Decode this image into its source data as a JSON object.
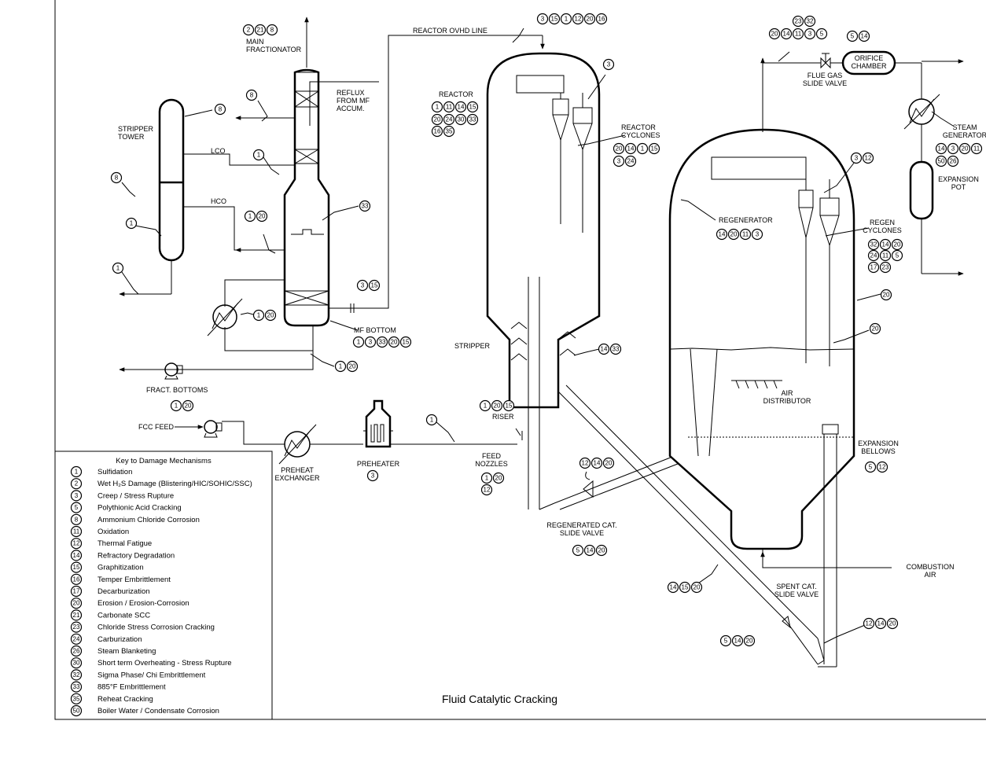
{
  "title": "Fluid Catalytic Cracking",
  "equipment": {
    "main_fractionator": [
      "MAIN",
      "FRACTIONATOR"
    ],
    "reflux": [
      "REFLUX",
      "FROM MF",
      "ACCUM."
    ],
    "stripper_tower": [
      "STRIPPER",
      "TOWER"
    ],
    "lco": "LCO",
    "hco": "HCO",
    "reactor_ovhd_line": "REACTOR OVHD LINE",
    "reactor": "REACTOR",
    "reactor_cyclones": [
      "REACTOR",
      "CYCLONES"
    ],
    "stripper": "STRIPPER",
    "riser": "RISER",
    "mf_bottom": "MF BOTTOM",
    "fract_bottoms": "FRACT. BOTTOMS",
    "fcc_feed": "FCC FEED",
    "preheat_exchanger": [
      "PREHEAT",
      "EXCHANGER"
    ],
    "preheater": "PREHEATER",
    "feed_nozzles": [
      "FEED",
      "NOZZLES"
    ],
    "regenerated_cat_slide_valve": [
      "REGENERATED CAT.",
      "SLIDE VALVE"
    ],
    "spent_cat_slide_valve": [
      "SPENT CAT.",
      "SLIDE VALVE"
    ],
    "regenerator": "REGENERATOR",
    "regen_cyclones": [
      "REGEN",
      "CYCLONES"
    ],
    "air_distributor": [
      "AIR",
      "DISTRIBUTOR"
    ],
    "expansion_bellows": [
      "EXPANSION",
      "BELLOWS"
    ],
    "combustion_air": [
      "COMBUSTION",
      "AIR"
    ],
    "flue_gas_slide_valve": [
      "FLUE GAS",
      "SLIDE VALVE"
    ],
    "orifice_chamber": [
      "ORIFICE",
      "CHAMBER"
    ],
    "steam_generator": [
      "STEAM",
      "GENERATOR"
    ],
    "expansion_pot": [
      "EXPANSION",
      "POT"
    ]
  },
  "callouts": {
    "fractionator_top": [
      "2",
      "21",
      "8"
    ],
    "reactor_ovhd": [
      "3",
      "15",
      "1",
      "12",
      "20",
      "16"
    ],
    "mf_reflux": [
      "8"
    ],
    "stripper_top": [
      "8"
    ],
    "lco_line": [
      "1"
    ],
    "stripper_mid": [
      "8"
    ],
    "stripper_lower": [
      "1"
    ],
    "hco_line": [
      "1",
      "20"
    ],
    "mf_body": [
      "33"
    ],
    "stripper_bottom_line": [
      "1"
    ],
    "mf_outlet": [
      "3",
      "15"
    ],
    "bottoms_exchanger": [
      "1",
      "20"
    ],
    "mf_bottom": [
      "1",
      "3",
      "33",
      "20",
      "15"
    ],
    "bottoms_line": [
      "1",
      "20"
    ],
    "fract_bottoms": [
      "1",
      "20"
    ],
    "reactor_row1": [
      "1",
      "11",
      "14",
      "15"
    ],
    "reactor_row2": [
      "20",
      "24",
      "30",
      "33"
    ],
    "reactor_row3": [
      "16",
      "35"
    ],
    "reactor_cyclone_top": [
      "3"
    ],
    "reactor_cyclones_row1": [
      "20",
      "14",
      "1",
      "15"
    ],
    "reactor_cyclones_row2": [
      "3",
      "24"
    ],
    "stripper_wall": [
      "14",
      "33"
    ],
    "riser": [
      "1",
      "20",
      "15"
    ],
    "feed_line": [
      "1"
    ],
    "preheater": [
      "3"
    ],
    "feed_nozzles_row1": [
      "1",
      "20"
    ],
    "feed_nozzles_row2": [
      "12"
    ],
    "regen_cat_top": [
      "12",
      "14",
      "20"
    ],
    "regen_cat_valve": [
      "5",
      "14",
      "20"
    ],
    "standpipe": [
      "14",
      "15",
      "20"
    ],
    "spent_cat_valve": [
      "5",
      "14",
      "20"
    ],
    "spent_riser": [
      "12",
      "14",
      "20"
    ],
    "flue_gas_row1": [
      "23",
      "32"
    ],
    "flue_gas_row2": [
      "20",
      "14",
      "11",
      "3",
      "5"
    ],
    "flue_gas_valve": [
      "5",
      "14"
    ],
    "regen_cyclone_top": [
      "3",
      "12"
    ],
    "regenerator": [
      "14",
      "20",
      "11",
      "3"
    ],
    "regen_cyclones_row1": [
      "32",
      "14",
      "20"
    ],
    "regen_cyclones_row2": [
      "24",
      "11",
      "5"
    ],
    "regen_cyclones_row3": [
      "17",
      "23"
    ],
    "regen_wall_upper": [
      "20"
    ],
    "regen_wall_lower": [
      "20"
    ],
    "steam_gen_row1": [
      "14",
      "3",
      "20",
      "11"
    ],
    "steam_gen_row2": [
      "50",
      "26"
    ],
    "expansion_bellows": [
      "5",
      "12"
    ]
  },
  "legend": {
    "title": "Key to Damage Mechanisms",
    "items": [
      {
        "num": "1",
        "label": "Sulfidation"
      },
      {
        "num": "2",
        "label": "Wet H₂S Damage (Blistering/HIC/SOHIC/SSC)"
      },
      {
        "num": "3",
        "label": "Creep / Stress Rupture"
      },
      {
        "num": "5",
        "label": "Polythionic Acid Cracking"
      },
      {
        "num": "8",
        "label": "Ammonium Chloride Corrosion"
      },
      {
        "num": "11",
        "label": "Oxidation"
      },
      {
        "num": "12",
        "label": "Thermal Fatigue"
      },
      {
        "num": "14",
        "label": "Refractory Degradation"
      },
      {
        "num": "15",
        "label": "Graphitization"
      },
      {
        "num": "16",
        "label": "Temper Embrittlement"
      },
      {
        "num": "17",
        "label": "Decarburization"
      },
      {
        "num": "20",
        "label": "Erosion / Erosion-Corrosion"
      },
      {
        "num": "21",
        "label": "Carbonate SCC"
      },
      {
        "num": "23",
        "label": "Chloride Stress Corrosion Cracking"
      },
      {
        "num": "24",
        "label": "Carburization"
      },
      {
        "num": "26",
        "label": "Steam Blanketing"
      },
      {
        "num": "30",
        "label": "Short term Overheating - Stress Rupture"
      },
      {
        "num": "32",
        "label": "Sigma Phase/ Chi Embrittlement"
      },
      {
        "num": "33",
        "label": "885°F Embrittlement"
      },
      {
        "num": "35",
        "label": "Reheat Cracking"
      },
      {
        "num": "50",
        "label": "Boiler Water  / Condensate Corrosion"
      }
    ]
  }
}
